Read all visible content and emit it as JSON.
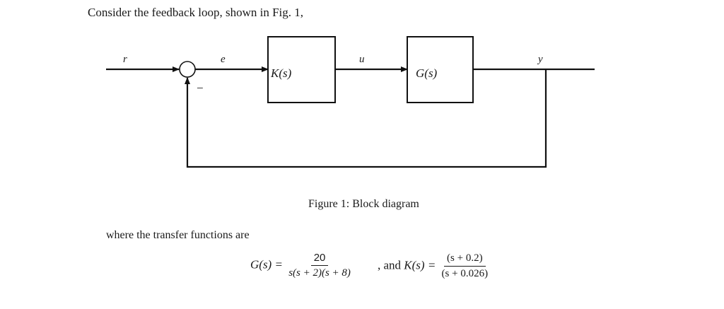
{
  "intro_text": "Consider the feedback loop, shown in Fig. 1,",
  "diagram": {
    "signals": {
      "reference": "r",
      "error": "e",
      "control": "u",
      "output": "y"
    },
    "feedback_sign": "−",
    "blocks": [
      {
        "id": "controller",
        "label": "K(s)"
      },
      {
        "id": "plant",
        "label": "G(s)"
      }
    ]
  },
  "caption": "Figure 1: Block diagram",
  "where_text": "where the transfer functions are",
  "equations": {
    "g": {
      "lhs": "G(s) =",
      "numerator": "20",
      "denominator": "s(s + 2)(s + 8)"
    },
    "separator": ", and",
    "k": {
      "lhs": "K(s) =",
      "numerator": "(s + 0.2)",
      "denominator": "(s + 0.026)"
    }
  }
}
